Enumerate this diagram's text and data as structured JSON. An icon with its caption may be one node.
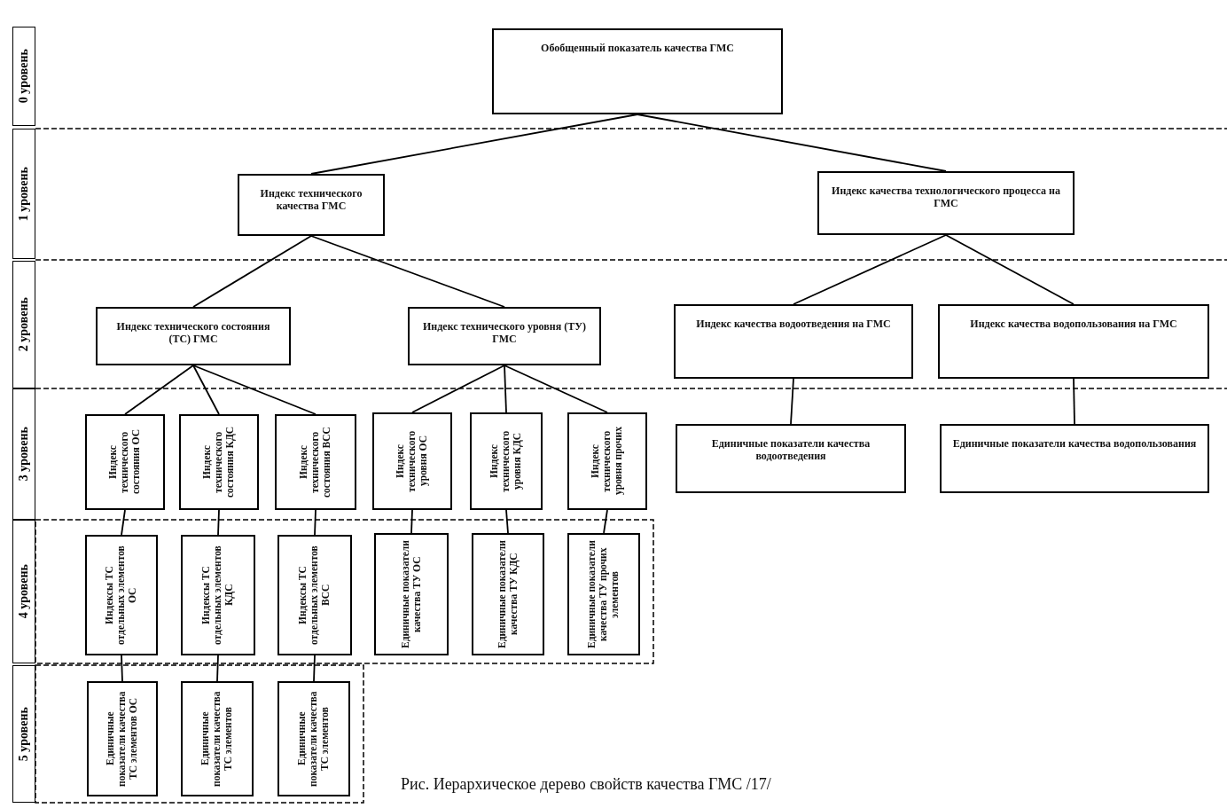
{
  "diagram": {
    "caption": "Рис. Иерархическое дерево свойств качества ГМС /17/",
    "nodes": [
      {
        "text": [
          "Обобщенный показатель качества ГМС"
        ]
      },
      {
        "text": [
          "Индекс технического качества ГМС"
        ]
      },
      {
        "text": [
          "Индекс качества технологического процесса на ГМС"
        ]
      },
      {
        "text": [
          "Индекс технического состояния (ТС) ГМС"
        ]
      },
      {
        "text": [
          "Индекс технического уровня (ТУ) ГМС"
        ]
      },
      {
        "text": [
          "Индекс качества водоотведения на ГМС"
        ]
      },
      {
        "text": [
          "Индекс качества водопользования на ГМС"
        ]
      },
      {
        "text": [
          "Индекс технического состояния ОС"
        ]
      },
      {
        "text": [
          "Индекс технического состояния КДС"
        ]
      },
      {
        "text": [
          "Индекс технического состояния ВСС"
        ]
      },
      {
        "text": [
          "Индекс технического уровня ОС"
        ]
      },
      {
        "text": [
          "Индекс технического уровня КДС"
        ]
      },
      {
        "text": [
          "Индекс технического уровня прочих"
        ]
      },
      {
        "text": [
          "Единичные показатели качества водоотведения"
        ]
      },
      {
        "text": [
          "Единичные показатели качества водопользования"
        ]
      },
      {
        "text": [
          "Индексы ТС отдельных элементов ОС"
        ]
      },
      {
        "text": [
          "Индексы ТС отдельных элементов КДС"
        ]
      },
      {
        "text": [
          "Индексы ТС отдельных элементов ВСС"
        ]
      },
      {
        "text": [
          "Единичные показатели качества ТУ ОС"
        ]
      },
      {
        "text": [
          "Единичные показатели качества ТУ КДС"
        ]
      },
      {
        "text": [
          "Единичные показатели качества ТУ прочих элементов"
        ]
      },
      {
        "text": [
          "Единичные показатели качества ТС элементов ОС"
        ]
      },
      {
        "text": [
          "Единичные показатели качества ТС элементов"
        ]
      },
      {
        "text": [
          "Единичные показатели качества ТС элементов"
        ]
      }
    ],
    "edges": [
      {
        "from": 0,
        "to": 1,
        "arrow": "none"
      },
      {
        "from": 0,
        "to": 2,
        "arrow": "none"
      },
      {
        "from": 1,
        "to": 3,
        "arrow": "none"
      },
      {
        "from": 1,
        "to": 4,
        "arrow": "none"
      },
      {
        "from": 2,
        "to": 5,
        "arrow": "none"
      },
      {
        "from": 2,
        "to": 6,
        "arrow": "none"
      },
      {
        "from": 3,
        "to": 7,
        "arrow": "none"
      },
      {
        "from": 3,
        "to": 8,
        "arrow": "none"
      },
      {
        "from": 3,
        "to": 9,
        "arrow": "none"
      },
      {
        "from": 4,
        "to": 10,
        "arrow": "none"
      },
      {
        "from": 4,
        "to": 11,
        "arrow": "none"
      },
      {
        "from": 4,
        "to": 12,
        "arrow": "none"
      },
      {
        "from": 5,
        "to": 13,
        "arrow": "none"
      },
      {
        "from": 6,
        "to": 14,
        "arrow": "none"
      },
      {
        "from": 7,
        "to": 15,
        "arrow": "none"
      },
      {
        "from": 8,
        "to": 16,
        "arrow": "none"
      },
      {
        "from": 9,
        "to": 17,
        "arrow": "none"
      },
      {
        "from": 10,
        "to": 18,
        "arrow": "none"
      },
      {
        "from": 11,
        "to": 19,
        "arrow": "none"
      },
      {
        "from": 12,
        "to": 20,
        "arrow": "none"
      },
      {
        "from": 15,
        "to": 21,
        "arrow": "none"
      },
      {
        "from": 16,
        "to": 22,
        "arrow": "none"
      },
      {
        "from": 17,
        "to": 23,
        "arrow": "none"
      }
    ],
    "labels": [
      "0 уровень",
      "1 уровень",
      "2 уровень",
      "3 уровень",
      "4 уровень",
      "5 уровень"
    ]
  }
}
